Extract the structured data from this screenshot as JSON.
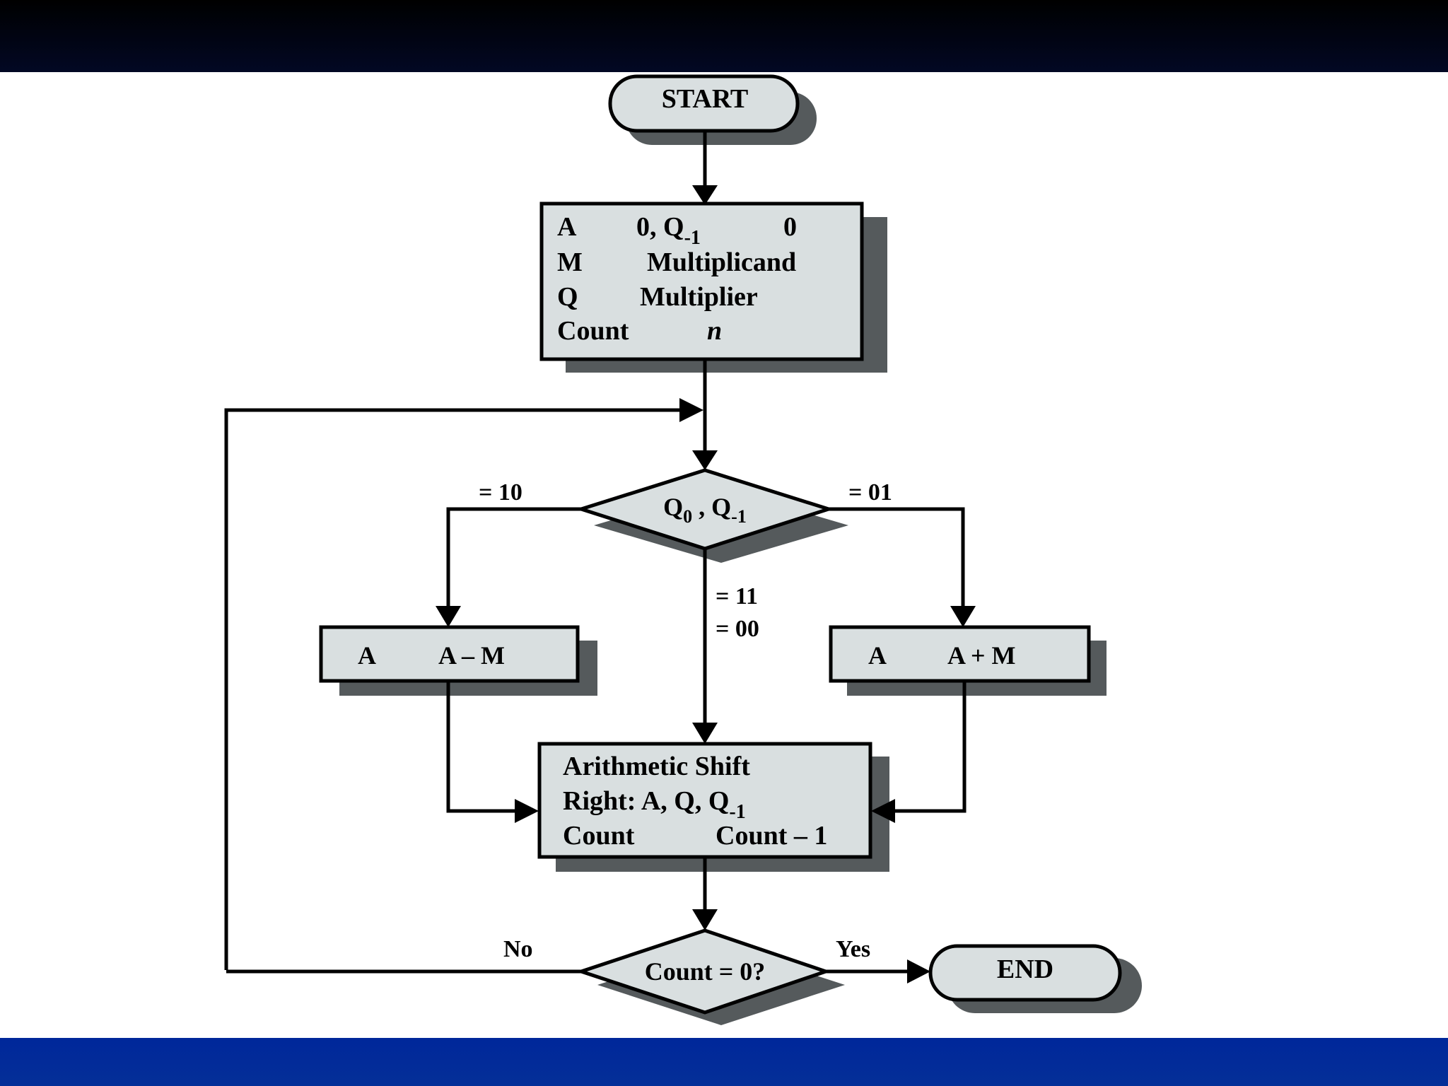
{
  "colors": {
    "top_band": "#02061a",
    "bottom_band": "#00289a",
    "box_fill": "#d9dfe0",
    "shadow": "#555a5c"
  },
  "flowchart": {
    "start": {
      "label": "START"
    },
    "init": {
      "a_var": "A",
      "a_val": "0, Q",
      "a_sub": "-1",
      "a_val2": "0",
      "m_var": "M",
      "m_val": "Multiplicand",
      "q_var": "Q",
      "q_val": "Multiplier",
      "count_var": "Count",
      "count_val": "n"
    },
    "decision_q": {
      "label_a": "Q",
      "sub_a": "0",
      "sep": " , Q",
      "sub_b": "-1"
    },
    "edge_labels": {
      "left": "= 10",
      "right": "= 01",
      "middle_1": "= 11",
      "middle_2": "= 00",
      "no": "No",
      "yes": "Yes"
    },
    "subtract": {
      "var": "A",
      "expr": "A – M"
    },
    "add": {
      "var": "A",
      "expr": "A + M"
    },
    "shift": {
      "line1": "Arithmetic Shift",
      "line2": "Right: A, Q, Q",
      "line2_sub": "-1",
      "count_var": "Count",
      "count_expr": "Count – 1"
    },
    "decision_count": {
      "label": "Count = 0?"
    },
    "end": {
      "label": "END"
    }
  }
}
